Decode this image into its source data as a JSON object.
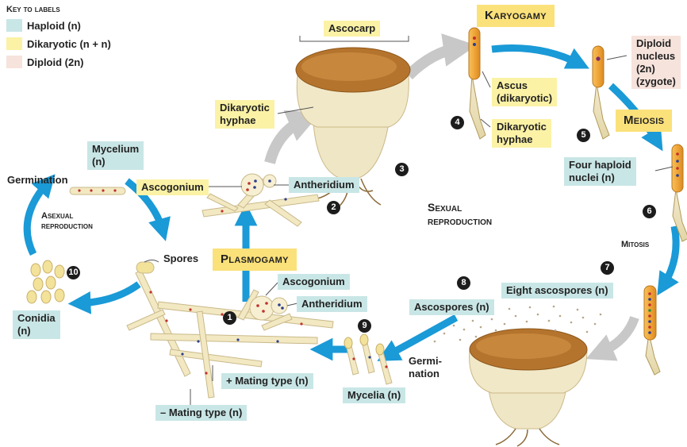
{
  "key": {
    "title": "Key to labels",
    "items": [
      {
        "label": "Haploid (n)",
        "color": "#c9e6e6"
      },
      {
        "label": "Dikaryotic (n + n)",
        "color": "#fbf2a6"
      },
      {
        "label": "Diploid (2n)",
        "color": "#f6e3dc"
      }
    ]
  },
  "titles": {
    "karyogamy": "Karyogamy",
    "meiosis": "Meiosis",
    "plasmogamy": "Plasmogamy"
  },
  "labels": {
    "ascocarp_top": "Ascocarp",
    "dikaryotic_hyphae_left": [
      "Dikaryotic",
      "hyphae"
    ],
    "ascus": [
      "Ascus",
      "(dikaryotic)"
    ],
    "dikaryotic_hyphae_right": [
      "Dikaryotic",
      "hyphae"
    ],
    "diploid_nucleus": [
      "Diploid",
      "nucleus",
      "(2n)",
      "(zygote)"
    ],
    "four_haploid": [
      "Four haploid",
      "nuclei (n)"
    ],
    "mitosis": "Mitosis",
    "eight_ascospores": "Eight ascospores (n)",
    "ascospores": "Ascospores (n)",
    "germination_right": [
      "Germi-",
      "nation"
    ],
    "mycelia": "Mycelia (n)",
    "plus_mating": "+ Mating type (n)",
    "minus_mating": "– Mating type (n)",
    "ascogonium_top": "Ascogonium",
    "antheridium_top": "Antheridium",
    "ascogonium_bottom": "Ascogonium",
    "antheridium_bottom": "Antheridium",
    "sexual_reproduction": [
      "Sexual",
      "reproduction"
    ],
    "mycelium": [
      "Mycelium",
      "(n)"
    ],
    "germination_left": "Germination",
    "asexual_reproduction": [
      "Asexual",
      "reproduction"
    ],
    "spores": "Spores",
    "conidia": [
      "Conidia",
      "(n)"
    ]
  },
  "steps": [
    "1",
    "2",
    "3",
    "4",
    "5",
    "6",
    "7",
    "8",
    "9",
    "10"
  ],
  "colors": {
    "arrow_blue": "#1a9ad7",
    "arrow_gray": "#c8c8c8",
    "ascocarp_brown": "#b5742d",
    "hyphae_cream": "#f2e8c2",
    "ascus_orange": "#f0a53a"
  }
}
